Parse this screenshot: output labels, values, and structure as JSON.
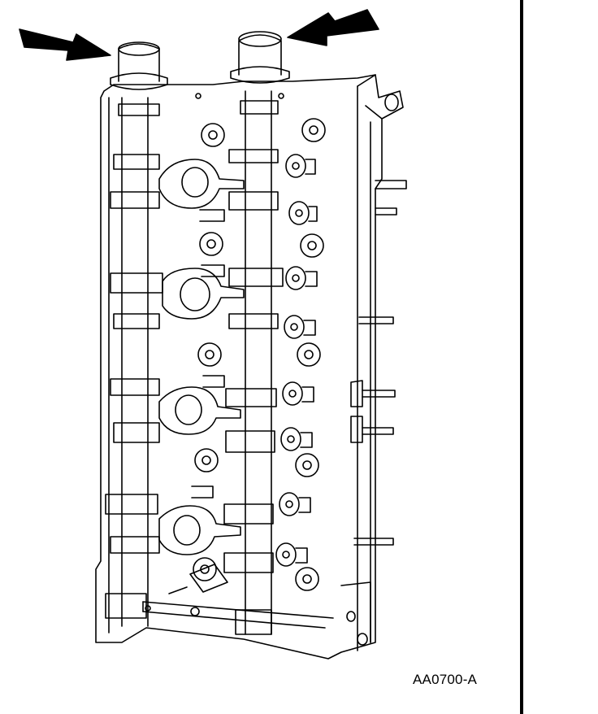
{
  "figure": {
    "code": "AA0700-A",
    "subject": "camshaft-cylinder-head-assembly",
    "ink_color": "#000000",
    "paper_color": "#ffffff",
    "callouts": [
      "arrow-left-camshaft-end",
      "arrow-right-camshaft-end"
    ]
  }
}
